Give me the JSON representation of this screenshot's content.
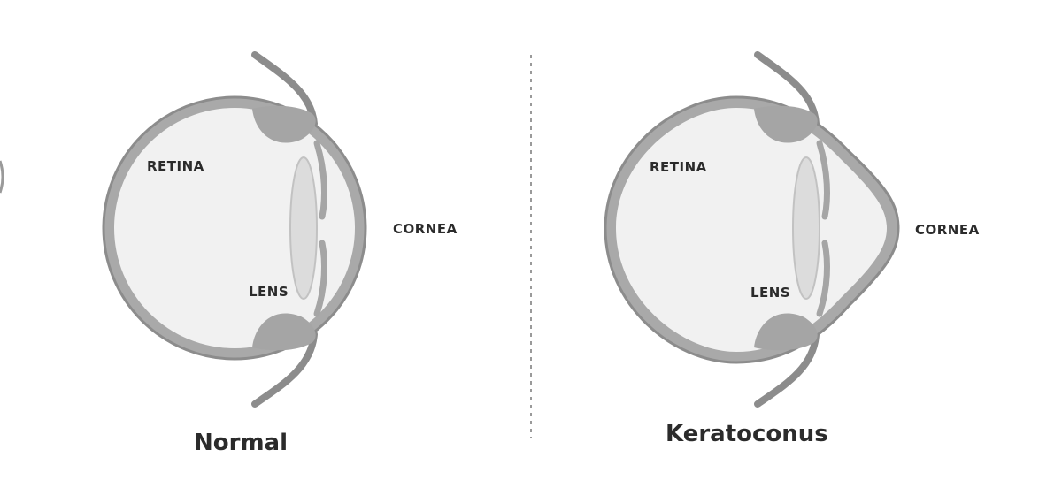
{
  "colors": {
    "outline": "#8c8c8c",
    "fill_inner": "#f1f1f1",
    "dark": "#a5a5a5",
    "lens": "#dcdcdc",
    "divider": "#9a9a9a",
    "text": "#2b2b2b"
  },
  "normal": {
    "caption": "Normal",
    "labels": {
      "retina": "RETINA",
      "lens": "LENS",
      "cornea": "CORNEA"
    }
  },
  "keratoconus": {
    "caption": "Keratoconus",
    "labels": {
      "retina": "RETINA",
      "lens": "LENS",
      "cornea": "CORNEA"
    }
  }
}
